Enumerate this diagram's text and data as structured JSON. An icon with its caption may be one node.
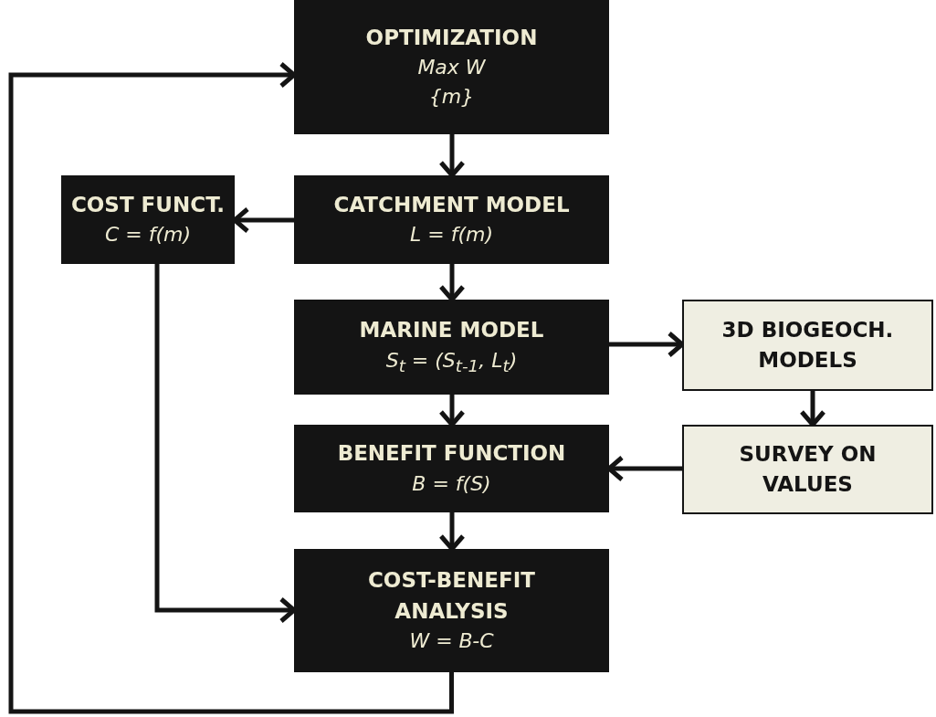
{
  "diagram": {
    "nodes": [
      {
        "text": [
          "OPTIMIZATION",
          "Max W",
          "{m}"
        ]
      },
      {
        "text": [
          "COST FUNCT.",
          "C = f(m)"
        ]
      },
      {
        "text": [
          "CATCHMENT MODEL",
          "L = f(m)"
        ]
      },
      {
        "text": [
          "MARINE MODEL",
          "S$_{t}$ = (S$_{t-1}$, L$_{t}$)"
        ]
      },
      {
        "text": [
          "3D BIOGEOCH. MODELS"
        ]
      },
      {
        "text": [
          "BENEFIT FUNCTION",
          "B = f(S)"
        ]
      },
      {
        "text": [
          "SURVEY ON VALUES"
        ]
      },
      {
        "text": [
          "COST-BENEFIT ANALYSIS",
          "W = B-C"
        ]
      }
    ],
    "edges": [
      {
        "from": 0,
        "to": 2,
        "arrow": "to"
      },
      {
        "from": 2,
        "to": 1,
        "arrow": "to"
      },
      {
        "from": 2,
        "to": 3,
        "arrow": "to"
      },
      {
        "from": 3,
        "to": 4,
        "arrow": "to"
      },
      {
        "from": 4,
        "to": 6,
        "arrow": "to"
      },
      {
        "from": 6,
        "to": 5,
        "arrow": "to"
      },
      {
        "from": 3,
        "to": 5,
        "arrow": "to"
      },
      {
        "from": 5,
        "to": 7,
        "arrow": "to"
      },
      {
        "from": 1,
        "to": 7,
        "arrow": "to"
      },
      {
        "from": 7,
        "to": 0,
        "arrow": "to"
      }
    ]
  }
}
